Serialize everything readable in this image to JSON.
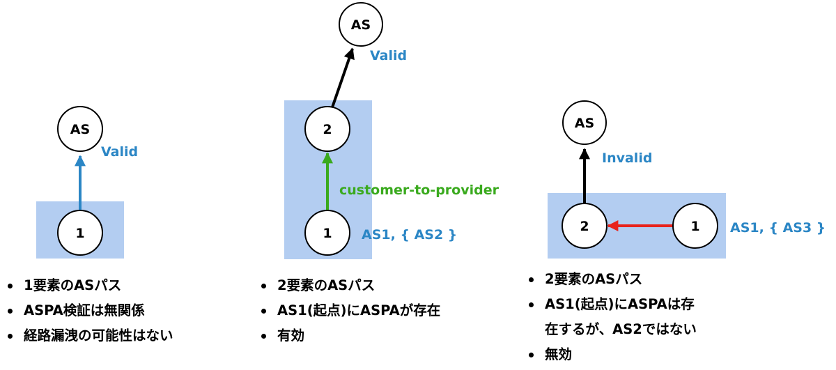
{
  "colors": {
    "box": "#b3cdf1",
    "blue": "#2b86c5",
    "green": "#3aaa1e",
    "red": "#e8231c",
    "black": "#000000"
  },
  "panels": [
    {
      "top_node": "AS",
      "top_status": "Valid",
      "nodes": [
        "1"
      ],
      "bullets": [
        "1要素のASパス",
        "ASPA検証は無関係",
        "経路漏洩の可能性はない"
      ]
    },
    {
      "top_node": "AS",
      "top_status": "Valid",
      "nodes": [
        "2",
        "1"
      ],
      "edge_label": "customer-to-provider",
      "aspa_label": "AS1, { AS2 }",
      "bullets": [
        "2要素のASパス",
        "AS1(起点)にASPAが存在",
        "有効"
      ]
    },
    {
      "top_node": "AS",
      "top_status": "Invalid",
      "nodes": [
        "2",
        "1"
      ],
      "aspa_label": "AS1, { AS3 }",
      "bullets": [
        "2要素のASパス",
        "AS1(起点)にASPAは存",
        "在するが、AS2ではない",
        "無効"
      ]
    }
  ]
}
